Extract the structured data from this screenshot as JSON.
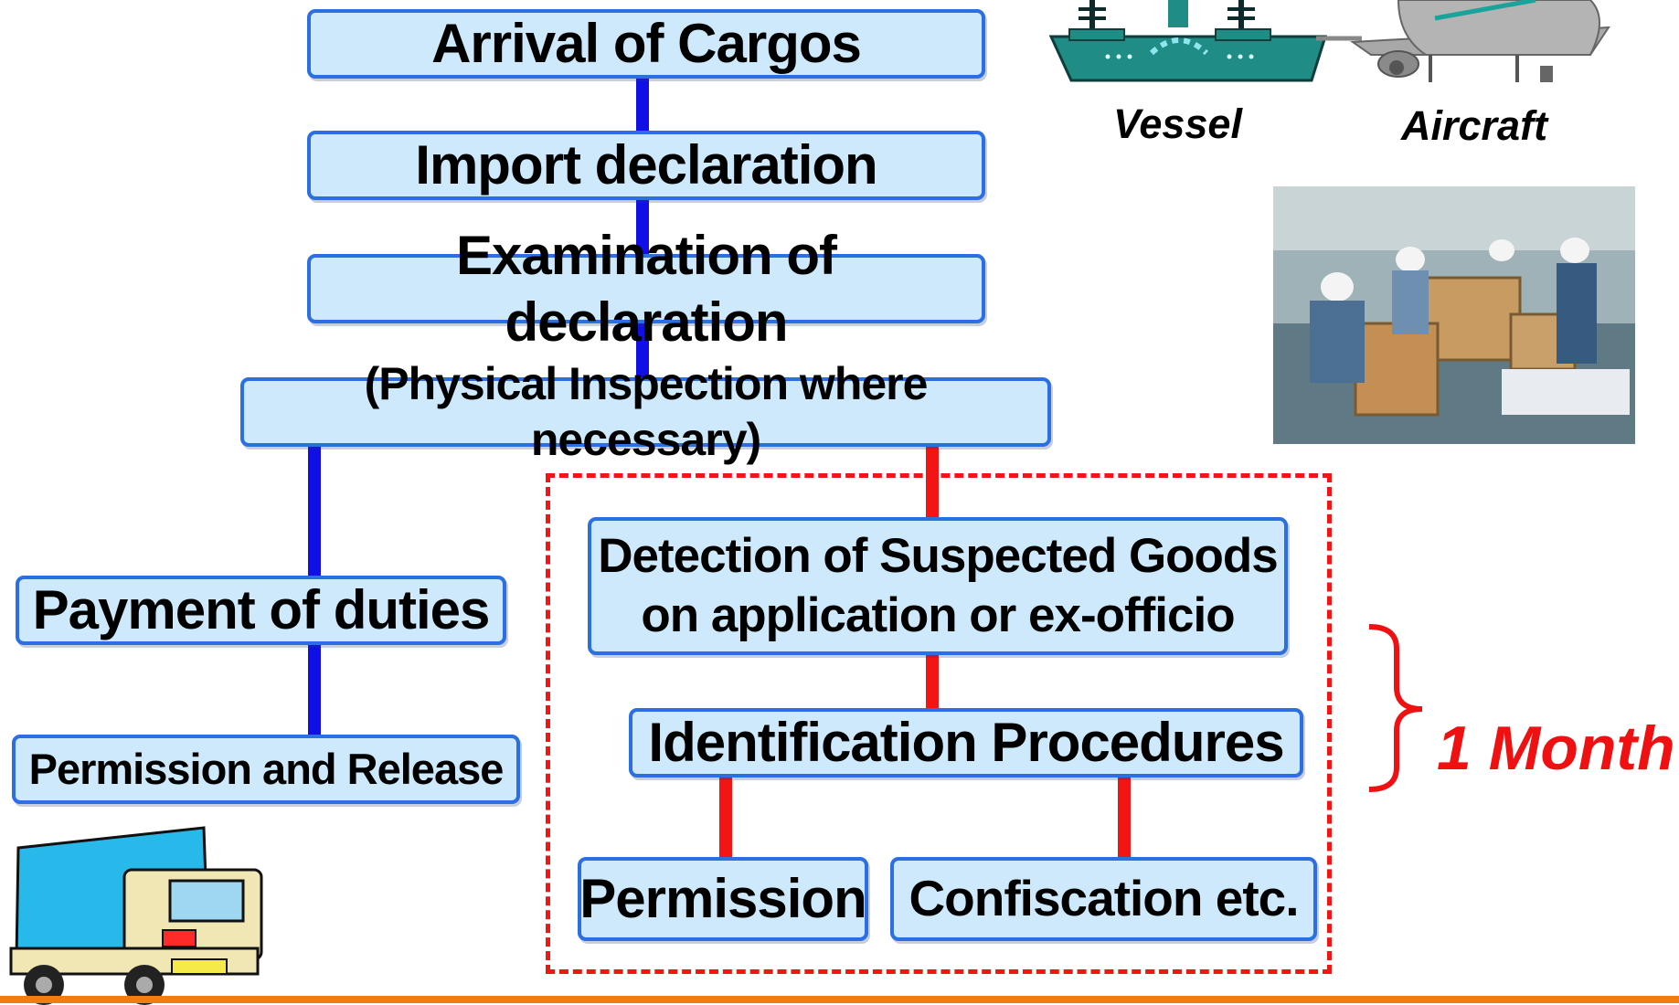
{
  "flow": {
    "arrival": "Arrival of Cargos",
    "import_decl": "Import declaration",
    "exam": "Examination of declaration",
    "inspection": "(Physical Inspection where necessary)",
    "payment": "Payment of duties",
    "release": "Permission and Release",
    "detection_line1": "Detection of Suspected Goods",
    "detection_line2": "on application or ex-officio",
    "identification": "Identification Procedures",
    "permission": "Permission",
    "confiscation": "Confiscation etc."
  },
  "transport": {
    "vessel": "Vessel",
    "aircraft": "Aircraft"
  },
  "duration": "1 Month",
  "colors": {
    "box_fill": "#cde9fb",
    "box_border": "#2b6fe3",
    "main_line": "#1010e6",
    "ip_line": "#f31414",
    "accent": "#f07c14"
  }
}
